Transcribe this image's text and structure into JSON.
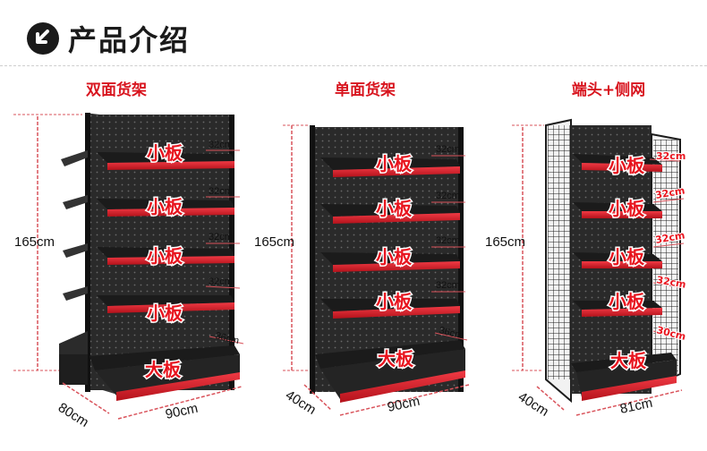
{
  "header": {
    "title": "产品介绍",
    "icon": "arrow-down-left-icon"
  },
  "columns": [
    {
      "title": "双面货架",
      "height_label": "165cm",
      "depth_label": "80cm",
      "width_label": "90cm",
      "shelves": [
        {
          "label": "小板",
          "size": "32cm"
        },
        {
          "label": "小板",
          "size": "32cm"
        },
        {
          "label": "小板",
          "size": "32cm"
        },
        {
          "label": "小板",
          "size": "32cm"
        },
        {
          "label": "大板",
          "size": "36cm"
        }
      ]
    },
    {
      "title": "单面货架",
      "height_label": "165cm",
      "depth_label": "40cm",
      "width_label": "90cm",
      "shelves": [
        {
          "label": "小板",
          "size": "32cm"
        },
        {
          "label": "小板",
          "size": "32cm"
        },
        {
          "label": "小板",
          "size": "32cm"
        },
        {
          "label": "小板",
          "size": "32cm"
        },
        {
          "label": "大板",
          "size": "36cm"
        }
      ]
    },
    {
      "title": "端头+侧网",
      "height_label": "165cm",
      "depth_label": "40cm",
      "width_label": "81cm",
      "shelves": [
        {
          "label": "小板",
          "size": "32cm"
        },
        {
          "label": "小板",
          "size": "32cm"
        },
        {
          "label": "小板",
          "size": "32cm"
        },
        {
          "label": "小板",
          "size": "32cm"
        },
        {
          "label": "大板",
          "size": "30cm"
        }
      ]
    }
  ],
  "colors": {
    "accent": "#e8141e",
    "shelf_red": "#d81f2a",
    "rack_dark": "#232323",
    "dim_line": "#d9535b"
  }
}
